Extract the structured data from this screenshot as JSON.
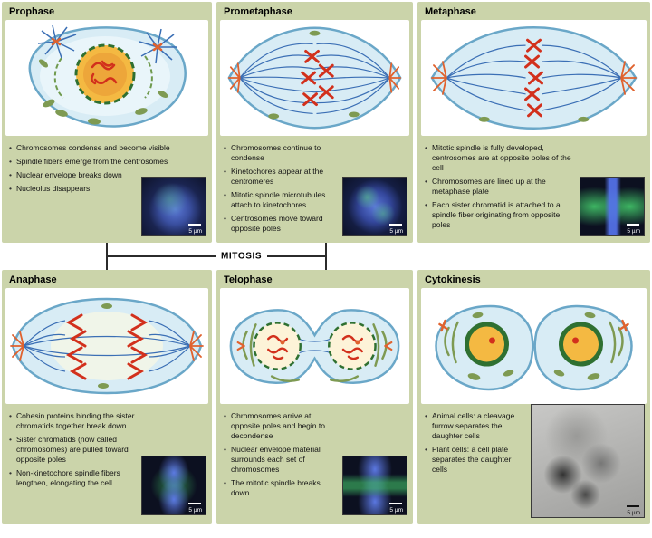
{
  "connector": {
    "label": "MITOSIS"
  },
  "panels": [
    {
      "id": "prophase",
      "title": "Prophase",
      "bullets": [
        "Chromosomes condense and become visible",
        "Spindle fibers emerge from the centrosomes",
        "Nuclear envelope breaks down",
        "Nucleolus disappears"
      ],
      "scale_label": "5 µm"
    },
    {
      "id": "prometaphase",
      "title": "Prometaphase",
      "bullets": [
        "Chromosomes continue to condense",
        "Kinetochores appear at the centromeres",
        "Mitotic spindle microtubules attach to kinetochores",
        "Centrosomes move toward opposite poles"
      ],
      "scale_label": "5 µm"
    },
    {
      "id": "metaphase",
      "title": "Metaphase",
      "bullets": [
        "Mitotic spindle is fully developed, centrosomes are at opposite poles of the cell",
        "Chromosomes are lined up at the metaphase plate",
        "Each sister chromatid is attached to a spindle fiber originating from opposite poles"
      ],
      "scale_label": "5 µm"
    },
    {
      "id": "anaphase",
      "title": "Anaphase",
      "bullets": [
        "Cohesin proteins binding the sister chromatids together break down",
        "Sister chromatids (now called chromosomes) are pulled toward opposite poles",
        "Non-kinetochore spindle fibers lengthen, elongating the cell"
      ],
      "scale_label": "5 µm"
    },
    {
      "id": "telophase",
      "title": "Telophase",
      "bullets": [
        "Chromosomes arrive at opposite poles and begin to decondense",
        "Nuclear envelope material surrounds each set of chromosomes",
        "The mitotic spindle breaks down"
      ],
      "scale_label": "5 µm"
    },
    {
      "id": "cytokinesis",
      "title": "Cytokinesis",
      "bullets": [
        "Animal cells: a cleavage furrow separates the daughter cells",
        "Plant cells: a cell plate separates the daughter cells"
      ],
      "scale_label": "5 µm"
    }
  ],
  "colors": {
    "panel_bg": "#cbd4aa",
    "cell_fill": "#d8ecf5",
    "cell_outline": "#6aa7c8",
    "chromosome_red": "#d2301c",
    "nucleus_orange": "#f4b942",
    "nuclear_envelope_green": "#2f7031",
    "organelle_green": "#7e9a52",
    "spindle_blue": "#3b6fb5",
    "centrosome_orange": "#e0622e"
  }
}
